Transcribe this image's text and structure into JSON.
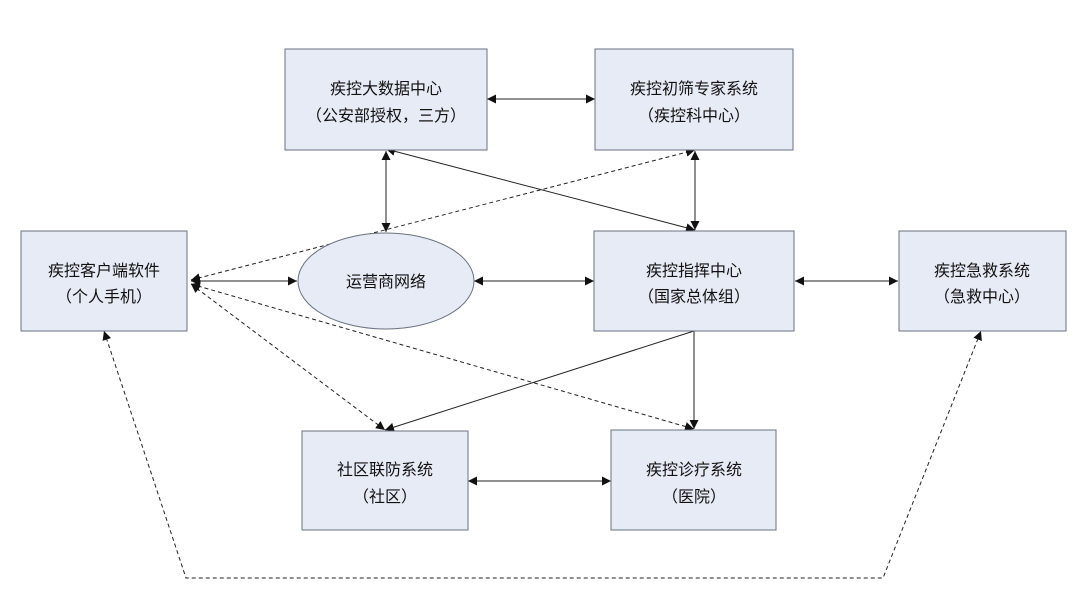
{
  "diagram": {
    "nodes": {
      "bigdata": {
        "line1": "疾控大数据中心",
        "line2": "（公安部授权，三方）"
      },
      "screening": {
        "line1": "疾控初筛专家系统",
        "line2": "（疾控科中心）"
      },
      "client": {
        "line1": "疾控客户端软件",
        "line2": "（个人手机）"
      },
      "network": {
        "line1": "运营商网络"
      },
      "command": {
        "line1": "疾控指挥中心",
        "line2": "（国家总体组）"
      },
      "emergency": {
        "line1": "疾控急救系统",
        "line2": "（急救中心）"
      },
      "community": {
        "line1": "社区联防系统",
        "line2": "（社区）"
      },
      "clinic": {
        "line1": "疾控诊疗系统",
        "line2": "（医院）"
      }
    },
    "edges": [
      {
        "from": "bigdata",
        "to": "screening",
        "style": "solid",
        "direction": "both"
      },
      {
        "from": "bigdata",
        "to": "network",
        "style": "solid",
        "direction": "both"
      },
      {
        "from": "bigdata",
        "to": "command",
        "style": "solid",
        "direction": "both"
      },
      {
        "from": "screening",
        "to": "command",
        "style": "solid",
        "direction": "both"
      },
      {
        "from": "client",
        "to": "screening",
        "style": "dashed",
        "direction": "both"
      },
      {
        "from": "client",
        "to": "network",
        "style": "solid",
        "direction": "both"
      },
      {
        "from": "network",
        "to": "command",
        "style": "solid",
        "direction": "both"
      },
      {
        "from": "command",
        "to": "emergency",
        "style": "solid",
        "direction": "both"
      },
      {
        "from": "client",
        "to": "community",
        "style": "dashed",
        "direction": "both"
      },
      {
        "from": "client",
        "to": "clinic",
        "style": "dashed",
        "direction": "both"
      },
      {
        "from": "command",
        "to": "community",
        "style": "solid",
        "direction": "forward"
      },
      {
        "from": "command",
        "to": "clinic",
        "style": "solid",
        "direction": "forward"
      },
      {
        "from": "community",
        "to": "clinic",
        "style": "solid",
        "direction": "both"
      },
      {
        "from": "client",
        "to": "emergency",
        "style": "dashed",
        "direction": "both"
      }
    ]
  }
}
